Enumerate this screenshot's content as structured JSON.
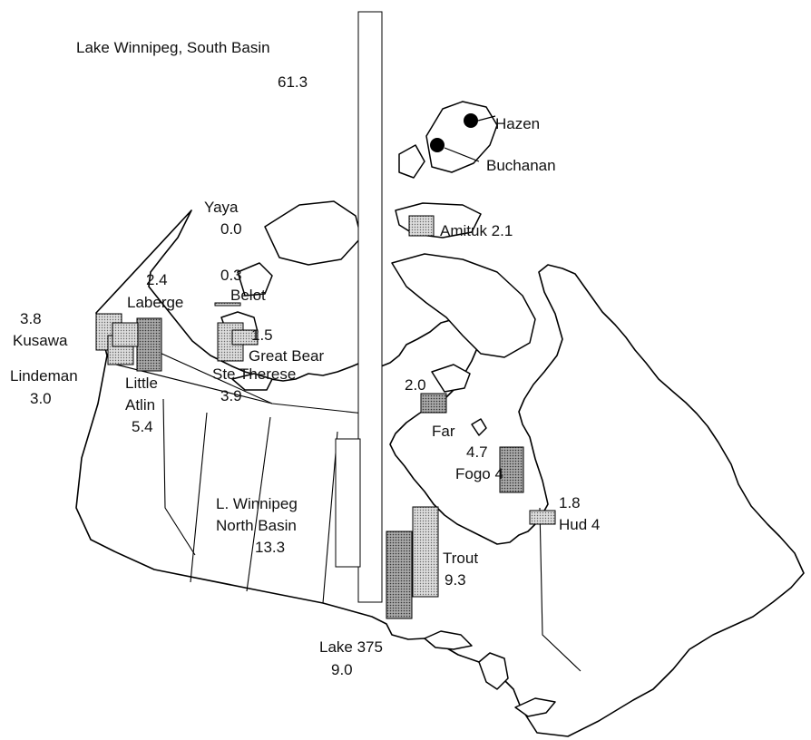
{
  "lakes": [
    {
      "id": "winnipeg-south",
      "label_lines": [
        "Lake Winnipeg, South Basin",
        "61.3"
      ],
      "value": 61.3,
      "style": "open"
    },
    {
      "id": "winnipeg-north",
      "label_lines": [
        "L. Winnipeg",
        "North Basin",
        "13.3"
      ],
      "value": 13.3,
      "style": "open"
    },
    {
      "id": "trout",
      "label_lines": [
        "Trout",
        "9.3"
      ],
      "value": 9.3,
      "style": "light"
    },
    {
      "id": "lake-375",
      "label_lines": [
        "Lake 375",
        "9.0"
      ],
      "value": 9.0,
      "style": "dark"
    },
    {
      "id": "little-atlin",
      "label_lines": [
        "Little",
        "Atlin",
        "5.4"
      ],
      "value": 5.4,
      "style": "dark"
    },
    {
      "id": "fogo-4",
      "label_lines": [
        "4.7",
        "Fogo 4"
      ],
      "value": 4.7,
      "style": "dark"
    },
    {
      "id": "ste-therese",
      "label_lines": [
        "Ste Therese",
        "3.9"
      ],
      "value": 3.9,
      "style": "light"
    },
    {
      "id": "kusawa",
      "label_lines": [
        "3.8",
        "Kusawa"
      ],
      "value": 3.8,
      "style": "light"
    },
    {
      "id": "lindeman",
      "label_lines": [
        "Lindeman",
        "3.0"
      ],
      "value": 3.0,
      "style": "light"
    },
    {
      "id": "laberge",
      "label_lines": [
        "2.4",
        "Laberge"
      ],
      "value": 2.4,
      "style": "light"
    },
    {
      "id": "amituk",
      "label_lines": [
        "Amituk 2.1"
      ],
      "value": 2.1,
      "style": "light"
    },
    {
      "id": "far",
      "label_lines": [
        "2.0",
        "Far"
      ],
      "value": 2.0,
      "style": "dark"
    },
    {
      "id": "hud-4",
      "label_lines": [
        "1.8",
        "Hud 4"
      ],
      "value": 1.8,
      "style": "light"
    },
    {
      "id": "great-bear",
      "label_lines": [
        "1.5",
        "Great Bear"
      ],
      "value": 1.5,
      "style": "light"
    },
    {
      "id": "belot",
      "label_lines": [
        "0.3",
        "Belot"
      ],
      "value": 0.3,
      "style": "light"
    },
    {
      "id": "yaya",
      "label_lines": [
        "Yaya",
        "0.0"
      ],
      "value": 0.0,
      "style": "none"
    }
  ],
  "point_sites": [
    {
      "id": "hazen",
      "label": "Hazen"
    },
    {
      "id": "buchanan",
      "label": "Buchanan"
    }
  ]
}
